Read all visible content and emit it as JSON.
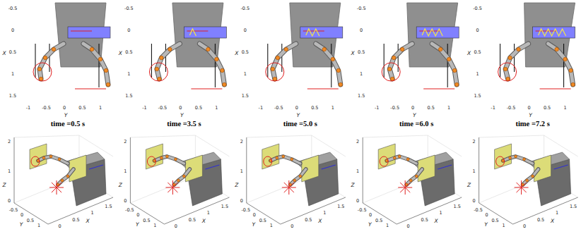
{
  "diagram": {
    "labels": [
      "-0.5",
      "0",
      "0.5",
      "1",
      "1.5",
      "X",
      "-1",
      "-0.5",
      "0",
      "0.5",
      "1",
      "Y",
      "time =0.5 s",
      "-0.5",
      "0",
      "0.5",
      "1",
      "1.5",
      "X",
      "-1",
      "-0.5",
      "0",
      "0.5",
      "1",
      "Y",
      "time =3.5 s",
      "-0.5",
      "0",
      "0.5",
      "1",
      "1.5",
      "X",
      "-1",
      "-0.5",
      "0",
      "0.5",
      "1",
      "Y",
      "time =5.0 s",
      "-0.5",
      "0",
      "0.5",
      "1",
      "1.5",
      "X",
      "-1",
      "-0.5",
      "0",
      "0.5",
      "1",
      "Y",
      "time =6.0 s",
      "-0.5",
      "0",
      "0.5",
      "1",
      "1.5",
      "X",
      "-1",
      "-0.5",
      "0",
      "0.5",
      "1",
      "Y",
      "time =7.2 s",
      "0",
      "1",
      "2",
      "Z",
      "-0.5",
      "0",
      "0.5",
      "1",
      "Y",
      "0",
      "0.5",
      "1",
      "1.5",
      "X",
      "0",
      "1",
      "2",
      "Z",
      "-0.5",
      "0",
      "0.5",
      "1",
      "Y",
      "0",
      "0.5",
      "1",
      "1.5",
      "X",
      "0",
      "1",
      "2",
      "Z",
      "-0.5",
      "0",
      "0.5",
      "1",
      "Y",
      "0",
      "0.5",
      "1",
      "1.5",
      "X",
      "0",
      "1",
      "2",
      "Z",
      "-0.5",
      "0",
      "0.5",
      "1",
      "Y",
      "0",
      "0.5",
      "1",
      "1.5",
      "X",
      "0",
      "1",
      "2",
      "Z",
      "-0.5",
      "0",
      "0.5",
      "1",
      "Y",
      "0",
      "0.5",
      "1",
      "1.5",
      "X"
    ]
  }
}
